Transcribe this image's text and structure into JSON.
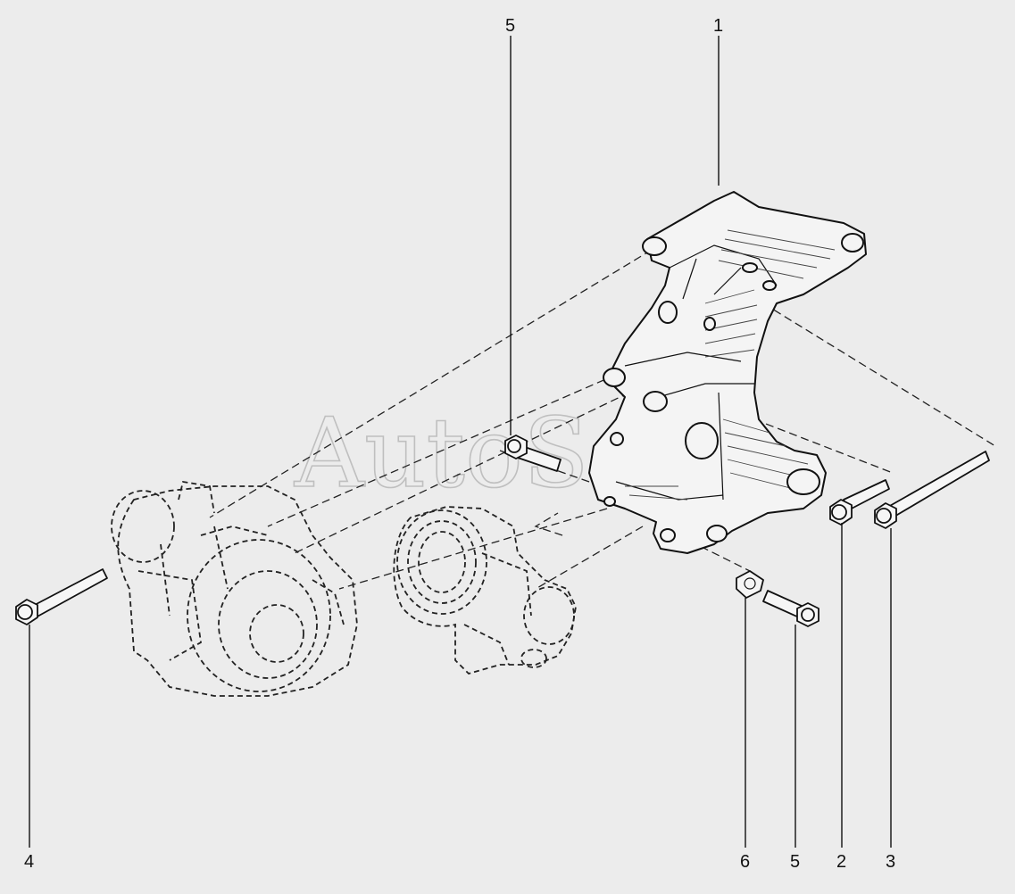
{
  "watermark": "AutoSoft",
  "callouts": {
    "c1": "1",
    "c2": "2",
    "c3": "3",
    "c4": "4",
    "c5_top": "5",
    "c5_bottom": "5",
    "c6": "6"
  },
  "colors": {
    "background": "#ececec",
    "line": "#111111",
    "watermark": "#bfbfbf"
  },
  "icons": {
    "bracket": "mounting-bracket",
    "alternator": "alternator-outline",
    "pump": "pump-outline"
  }
}
